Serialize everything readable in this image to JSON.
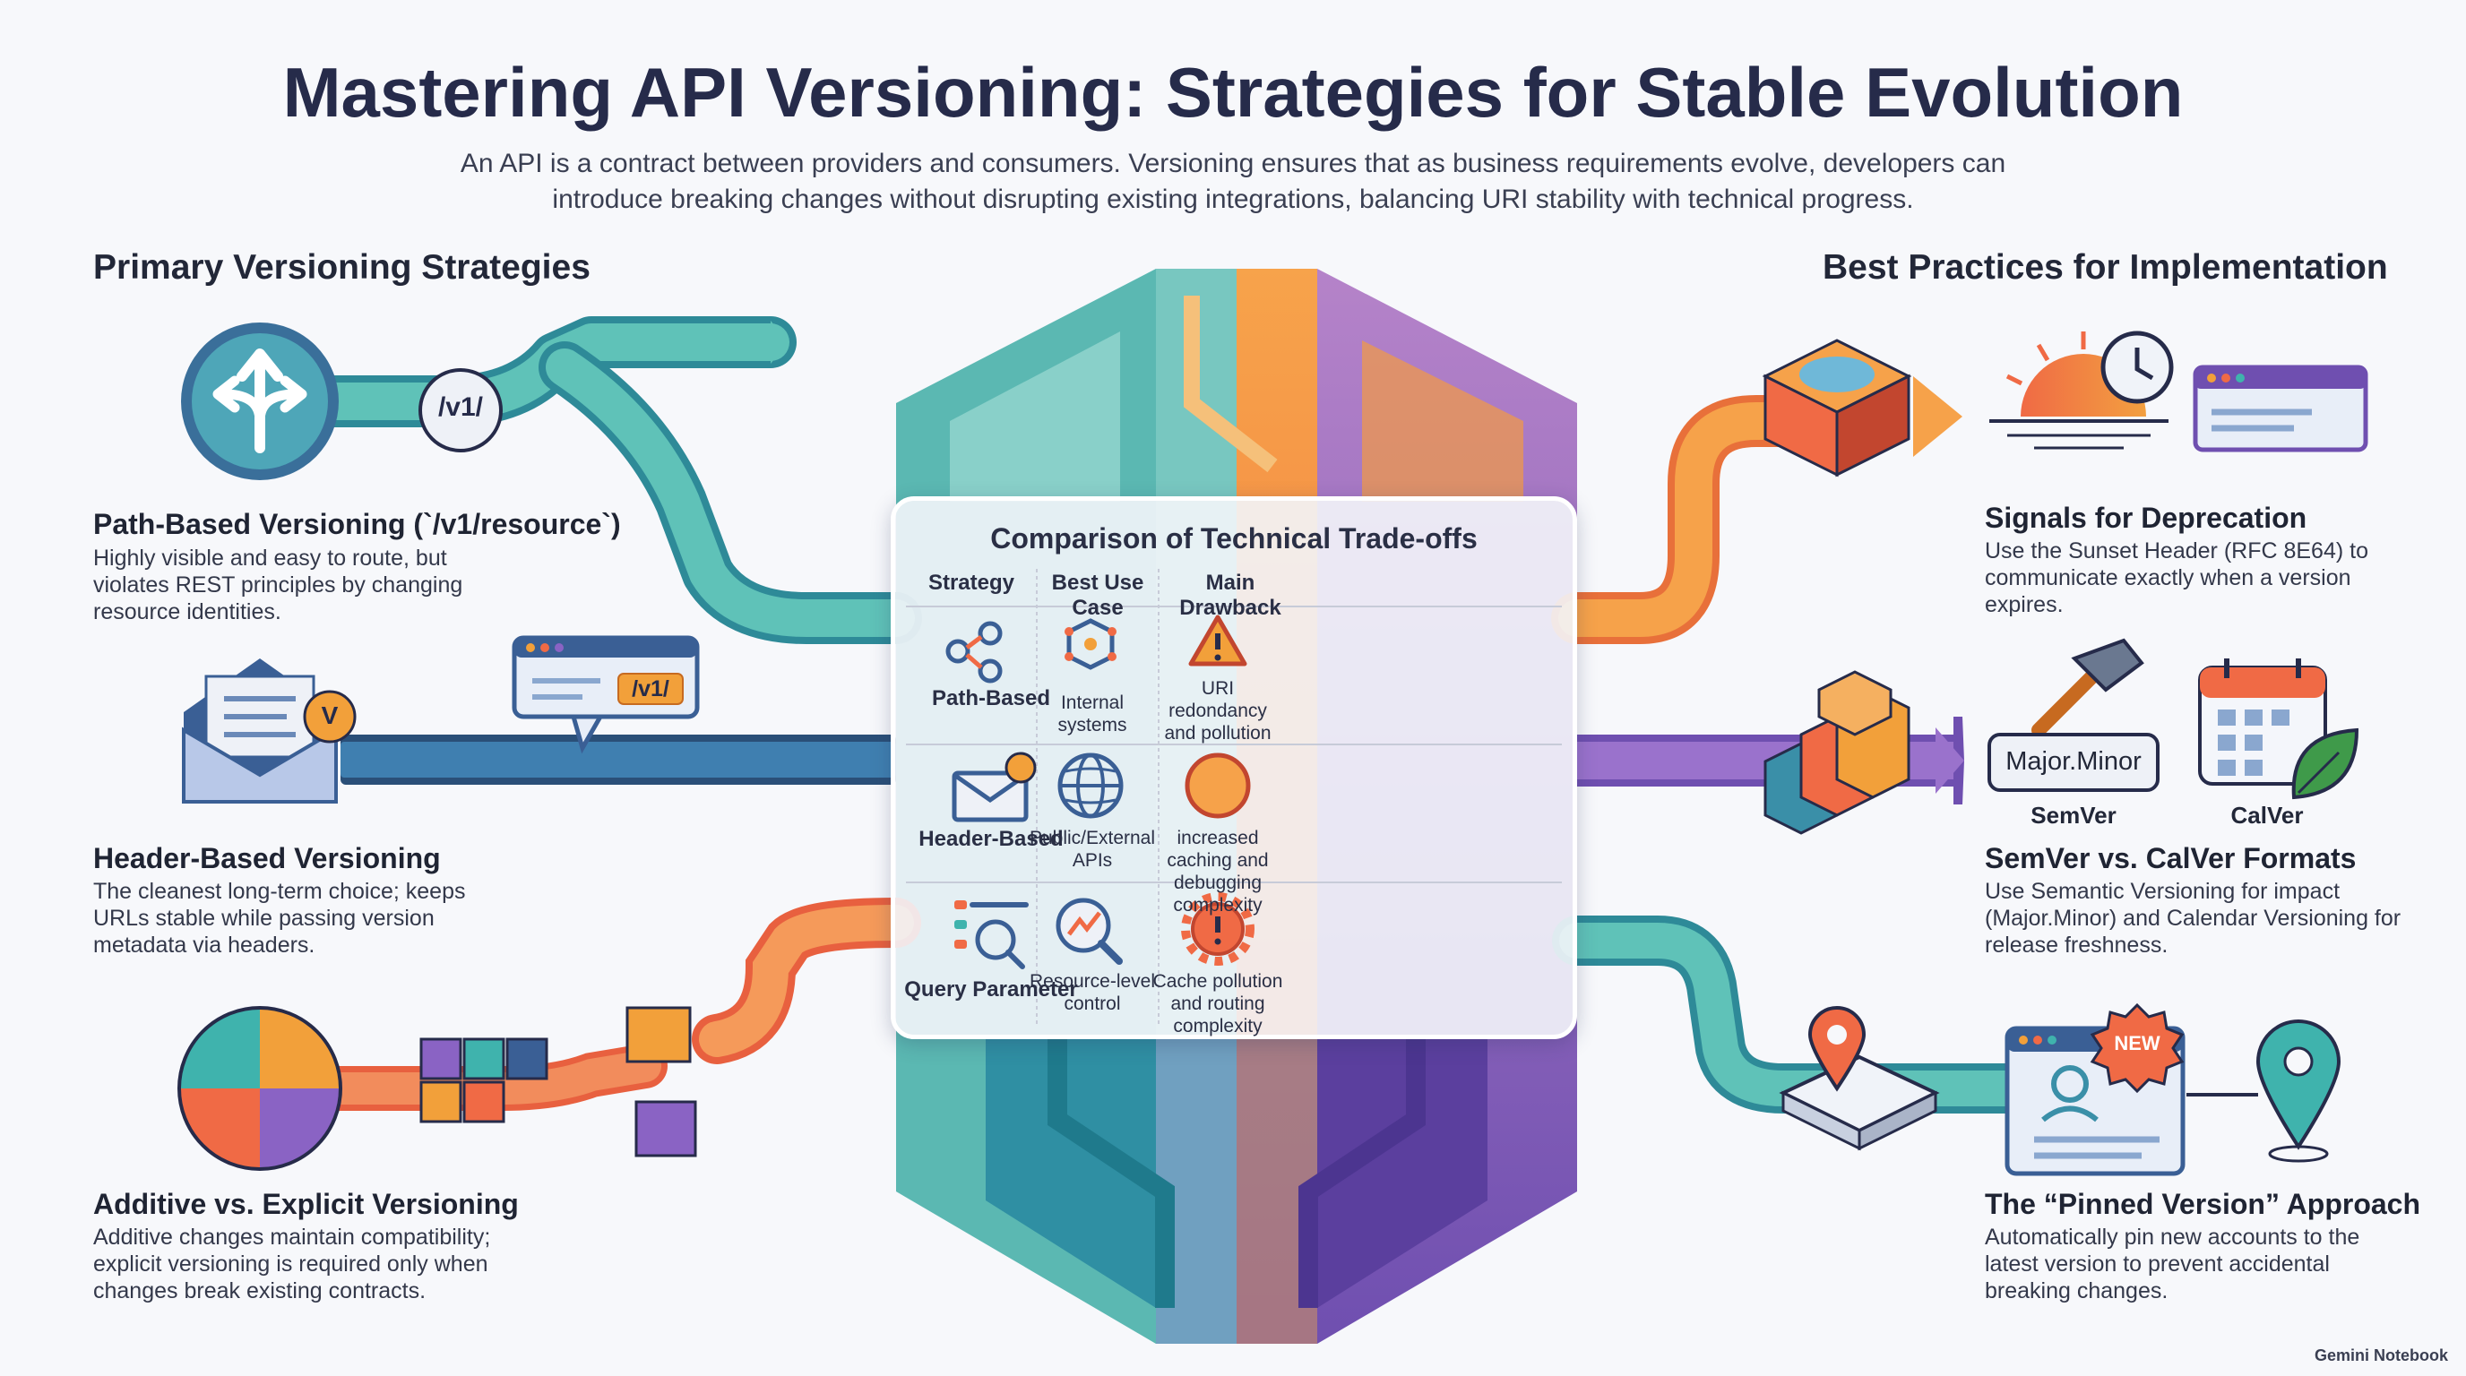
{
  "title": "Mastering API Versioning: Strategies for Stable Evolution",
  "subtitle": "An API is a contract between providers and consumers. Versioning ensures that as business requirements evolve, developers can introduce breaking changes without disrupting existing integrations, balancing URI stability with technical progress.",
  "left": {
    "heading": "Primary Versioning Strategies",
    "strategies": [
      {
        "title": "Path-Based Versioning (`/v1/resource`)",
        "desc": "Highly visible and easy to route, but violates REST principles by changing resource identities.",
        "badge": "/v1/"
      },
      {
        "title": "Header-Based Versioning",
        "desc": "The cleanest long-term choice; keeps URLs stable while passing version metadata via headers.",
        "badge": "/v1/",
        "envelope_badge": "V"
      },
      {
        "title": "Additive vs. Explicit Versioning",
        "desc": "Additive changes maintain compatibility; explicit versioning is required only when changes break existing contracts."
      }
    ]
  },
  "table": {
    "title": "Comparison of Technical Trade-offs",
    "headers": [
      "Strategy",
      "Best Use Case",
      "Main Drawback"
    ],
    "rows": [
      {
        "strategy": "Path-Based",
        "use_case": "Internal systems",
        "drawback": "URI redondancy and pollution",
        "icons": [
          "branch-icon",
          "network-cube-icon",
          "warning-icon"
        ]
      },
      {
        "strategy": "Header-Based",
        "use_case": "Public/External APIs",
        "drawback": "increased caching and debugging complexity",
        "icons": [
          "envelope-icon",
          "globe-icon",
          "alert-icon"
        ]
      },
      {
        "strategy": "Query Parameter",
        "use_case": "Resource-level control",
        "drawback": "Cache pollution and routing complexity",
        "icons": [
          "search-list-icon",
          "magnifier-chart-icon",
          "gear-alert-icon"
        ]
      }
    ]
  },
  "right": {
    "heading": "Best Practices for Implementation",
    "practices": [
      {
        "title": "Signals for Deprecation",
        "desc": "Use the Sunset Header (RFC 8E64) to communicate exactly when a version expires."
      },
      {
        "title": "SemVer vs. CalVer Formats",
        "desc": "Use Semantic Versioning for impact (Major.Minor) and Calendar Versioning for release freshness.",
        "semver_box": "Major.Minor",
        "semver_label": "SemVer",
        "calver_label": "CalVer"
      },
      {
        "title": "The “Pinned Version” Approach",
        "desc": "Automatically pin new accounts to the latest version to prevent accidental breaking changes.",
        "new_badge": "NEW"
      }
    ]
  },
  "watermark": "Gemini Notebook",
  "colors": {
    "teal": "#3fb3ad",
    "orange": "#f28c3c",
    "purple": "#8a63c4",
    "navy": "#262b4a",
    "blue": "#3f7fc0"
  }
}
